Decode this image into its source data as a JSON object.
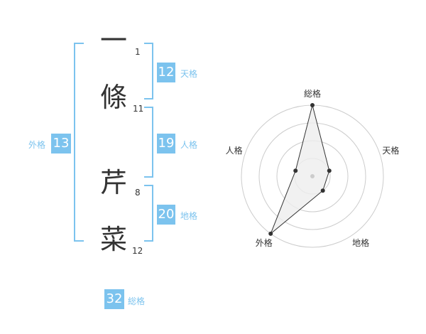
{
  "name": {
    "chars": [
      {
        "char": "一",
        "strokes": "1"
      },
      {
        "char": "條",
        "strokes": "11"
      },
      {
        "char": "芹",
        "strokes": "8"
      },
      {
        "char": "菜",
        "strokes": "12"
      }
    ]
  },
  "fortune": {
    "tenkaku": {
      "value": "12",
      "label": "天格"
    },
    "jinkaku": {
      "value": "19",
      "label": "人格"
    },
    "chikaku": {
      "value": "20",
      "label": "地格"
    },
    "gaikaku": {
      "value": "13",
      "label": "外格"
    },
    "soukaku": {
      "value": "32",
      "label": "総格"
    }
  },
  "chart_data": {
    "type": "radar",
    "axes": [
      "総格",
      "天格",
      "地格",
      "外格",
      "人格"
    ],
    "values": [
      4,
      1,
      1,
      4,
      1
    ],
    "max": 4,
    "rings": 4,
    "colors": {
      "ring": "#cccccc",
      "fill": "#eeeeee",
      "line": "#333333",
      "center": "#cccccc"
    }
  }
}
